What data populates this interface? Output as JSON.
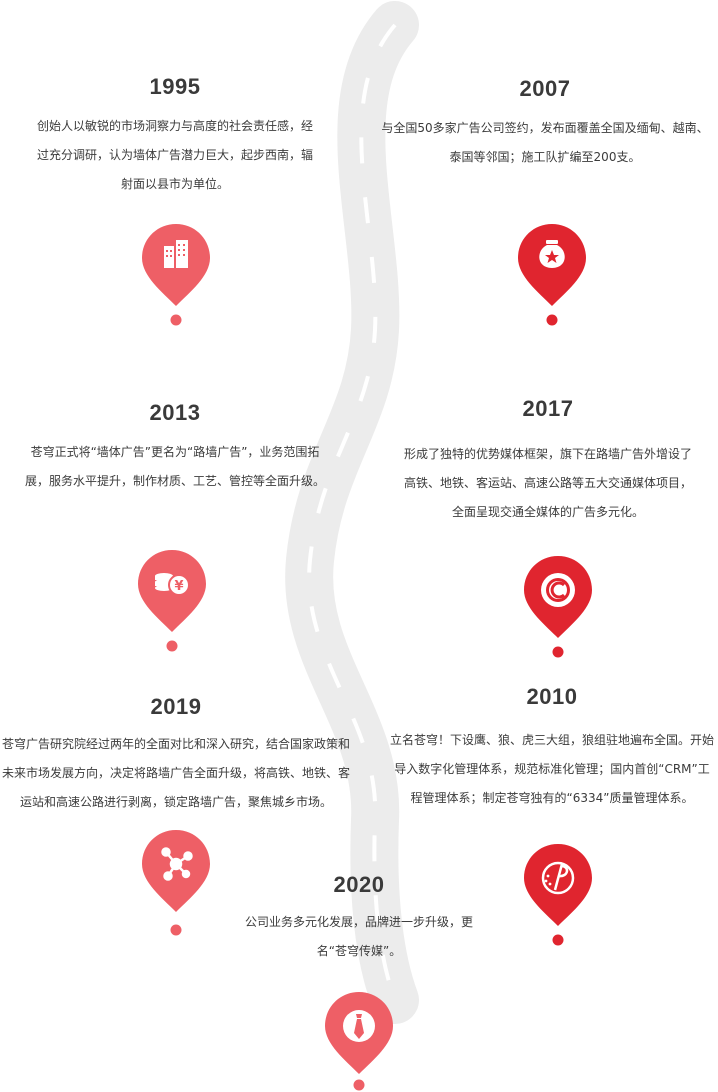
{
  "colors": {
    "pin_light": "#ee5f66",
    "pin_dark": "#e0252f",
    "road": "#ececec",
    "year_text": "#3a3a3a",
    "body_text": "#3b3b3b"
  },
  "timeline": {
    "e1995": {
      "year": "1995",
      "lines": [
        "创始人以敏锐的市场洞察力与高度的社会责任感，经",
        "过充分调研，认为墙体广告潜力巨大，起步西南，辐",
        "射面以县市为单位。"
      ],
      "icon": "building-icon"
    },
    "e2007": {
      "year": "2007",
      "lines": [
        "与全国50多家广告公司签约，发布面覆盖全国及缅甸、越南、",
        "泰国等邻国；施工队扩编至200支。"
      ],
      "icon": "money-bag-icon"
    },
    "e2013": {
      "year": "2013",
      "lines": [
        "苍穹正式将“墙体广告”更名为“路墙广告”，业务范围拓",
        "展，服务水平提升，制作材质、工艺、管控等全面升级。"
      ],
      "icon": "coins-icon"
    },
    "e2017": {
      "year": "2017",
      "lines": [
        "形成了独特的优势媒体框架，旗下在路墙广告外增设了",
        "高铁、地铁、客运站、高速公路等五大交通媒体项目，",
        "全面呈现交通全媒体的广告多元化。"
      ],
      "icon": "copyright-icon"
    },
    "e2019": {
      "year": "2019",
      "lines": [
        "苍穹广告研究院经过两年的全面对比和深入研究，结合国家政策和",
        "未来市场发展方向，决定将路墙广告全面升级，将高铁、地铁、客",
        "运站和高速公路进行剥离，锁定路墙广告，聚焦城乡市场。"
      ],
      "icon": "network-icon"
    },
    "e2010": {
      "year": "2010",
      "lines": [
        "立名苍穹！下设鹰、狼、虎三大组，狼组驻地遍布全国。开始",
        "导入数字化管理体系，规范标准化管理；国内首创“CRM”工",
        "程管理体系；制定苍穹独有的“6334”质量管理体系。"
      ],
      "icon": "brand-logo-icon"
    },
    "e2020": {
      "year": "2020",
      "lines": [
        "公司业务多元化发展，品牌进一步升级，更",
        "名“苍穹传媒”。"
      ],
      "icon": "necktie-icon"
    }
  }
}
